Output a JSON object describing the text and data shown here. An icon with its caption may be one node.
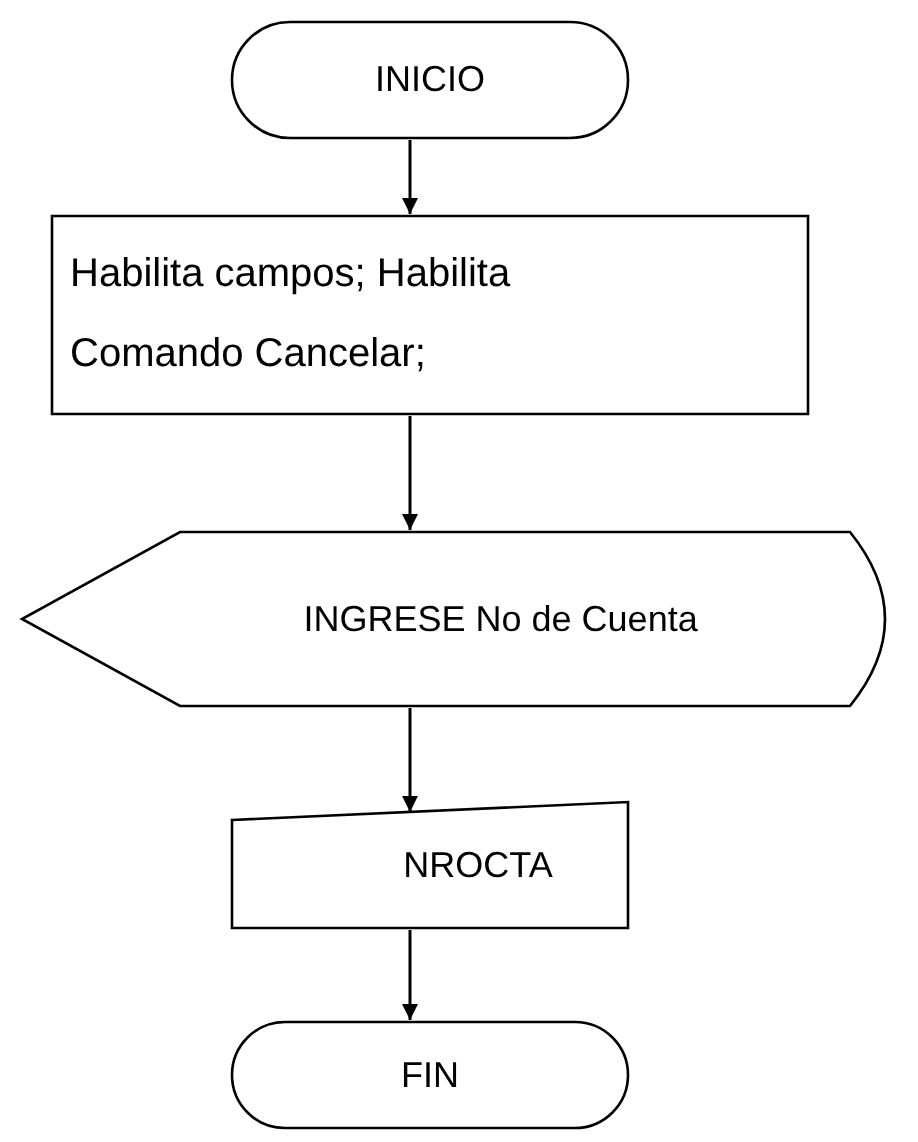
{
  "diagram": {
    "nodes": [
      {
        "text": [
          "INICIO"
        ]
      },
      {
        "text": [
          "Habilita campos; Habilita Comando Cancelar;"
        ]
      },
      {
        "text": [
          "INGRESE No de Cuenta"
        ]
      },
      {
        "text": [
          "NROCTA"
        ]
      },
      {
        "text": [
          "FIN"
        ]
      }
    ],
    "edges": [
      {
        "from": 0,
        "to": 1,
        "arrow": "to"
      },
      {
        "from": 1,
        "to": 2,
        "arrow": "to"
      },
      {
        "from": 2,
        "to": 3,
        "arrow": "to"
      },
      {
        "from": 3,
        "to": 4,
        "arrow": "to"
      }
    ]
  }
}
